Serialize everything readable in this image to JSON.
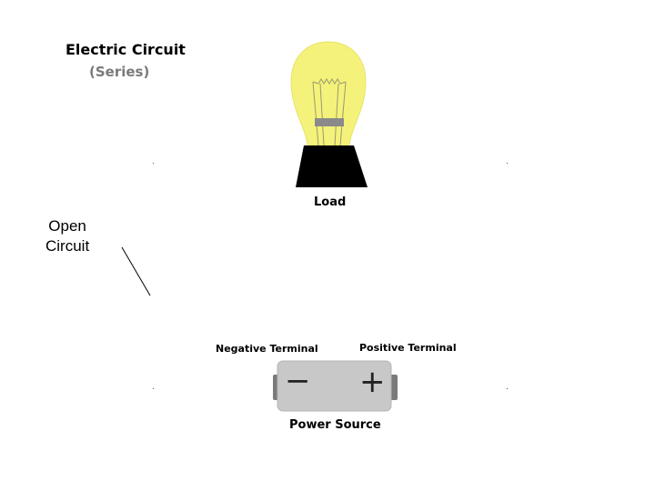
{
  "diagram": {
    "title": "Electric Circuit",
    "subtitle": "(Series)",
    "load_label": "Load",
    "open_circuit_label_line1": "Open",
    "open_circuit_label_line2": "Circuit",
    "negative_terminal_label": "Negative Terminal",
    "positive_terminal_label": "Positive Terminal",
    "power_source_label": "Power Source",
    "minus_sign": "−",
    "plus_sign": "+"
  },
  "colors": {
    "bulb_glass": "#f4f27a",
    "bulb_base": "#000000",
    "battery_body": "#c8c8c8",
    "battery_caps": "#7a7a7a",
    "subtitle": "#7a7a7a"
  }
}
